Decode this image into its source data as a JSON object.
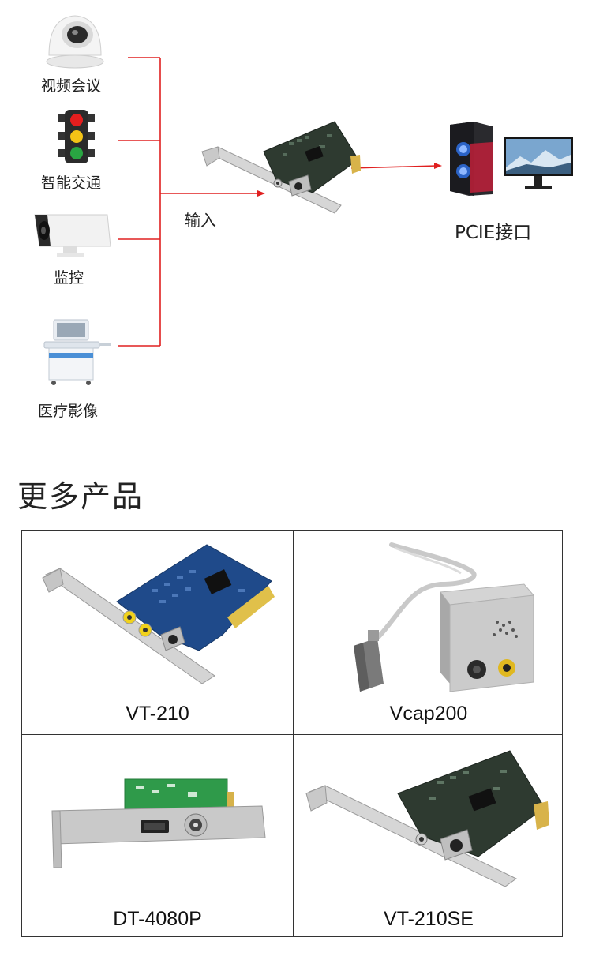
{
  "sources": [
    {
      "label": "视频会议",
      "icon": "dome-camera-icon"
    },
    {
      "label": "智能交通",
      "icon": "traffic-light-icon"
    },
    {
      "label": "监控",
      "icon": "bullet-camera-icon"
    },
    {
      "label": "医疗影像",
      "icon": "ultrasound-machine-icon"
    }
  ],
  "input_label": "输入",
  "output_label": "PCIE接口",
  "line_color": "#e02020",
  "section_title": "更多产品",
  "products": [
    {
      "name": "VT-210",
      "icon": "pci-capture-card-icon"
    },
    {
      "name": "Vcap200",
      "icon": "usb-capture-box-icon"
    },
    {
      "name": "DT-4080P",
      "icon": "hdmi-sdi-capture-card-icon"
    },
    {
      "name": "VT-210SE",
      "icon": "pcie-capture-card-icon"
    }
  ]
}
